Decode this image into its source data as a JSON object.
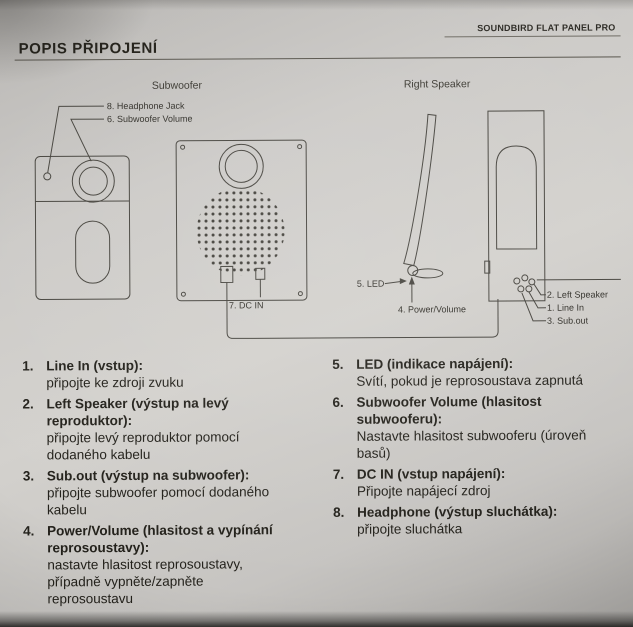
{
  "page": {
    "brand": "SOUNDBIRD FLAT PANEL PRO",
    "title": "POPIS PŘIPOJENÍ"
  },
  "diagram": {
    "subwoofer_label": "Subwoofer",
    "right_speaker_label": "Right Speaker",
    "callouts": {
      "headphone_jack": "8. Headphone Jack",
      "subwoofer_volume": "6. Subwoofer Volume",
      "dc_in": "7. DC IN",
      "led": "5. LED",
      "power_volume": "4. Power/Volume",
      "left_speaker": "2. Left Speaker",
      "line_in": "1. Line In",
      "sub_out": "3. Sub.out"
    }
  },
  "list": {
    "left": [
      {
        "number": "1.",
        "term": "Line In (vstup):",
        "desc": "připojte ke zdroji zvuku"
      },
      {
        "number": "2.",
        "term": "Left Speaker (výstup na levý reproduktor):",
        "desc": "připojte levý reproduktor pomocí dodaného kabelu"
      },
      {
        "number": "3.",
        "term": "Sub.out (výstup na subwoofer):",
        "desc": "připojte subwoofer pomocí dodaného kabelu"
      },
      {
        "number": "4.",
        "term": "Power/Volume (hlasitost a vypínání reprosoustavy):",
        "desc": "nastavte hlasitost reprosoustavy, případně vypněte/zapněte reprosoustavu"
      }
    ],
    "right": [
      {
        "number": "5.",
        "term": "LED (indikace napájení):",
        "desc": "Svítí, pokud je reprosoustava zapnutá"
      },
      {
        "number": "6.",
        "term": "Subwoofer Volume (hlasitost subwooferu):",
        "desc": "Nastavte hlasitost subwooferu (úroveň basů)"
      },
      {
        "number": "7.",
        "term": "DC IN (vstup napájení):",
        "desc": "Připojte napájecí zdroj"
      },
      {
        "number": "8.",
        "term": "Headphone (výstup sluchátka):",
        "desc": "připojte sluchátka"
      }
    ]
  }
}
